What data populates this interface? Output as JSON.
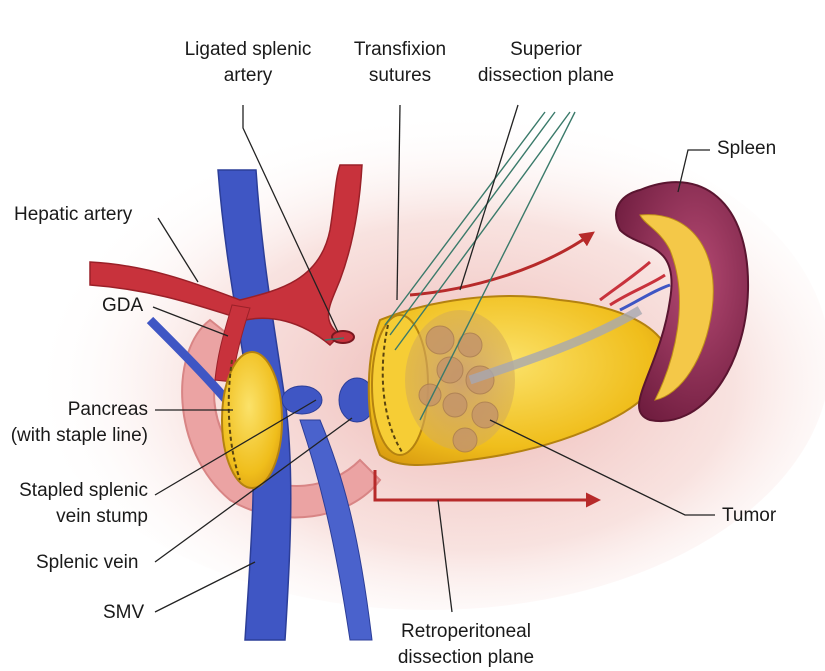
{
  "labels": {
    "ligated_splenic_artery": [
      "Ligated splenic",
      "artery"
    ],
    "transfixion_sutures": [
      "Transfixion",
      "sutures"
    ],
    "superior_dissection_plane": [
      "Superior",
      "dissection plane"
    ],
    "spleen": "Spleen",
    "hepatic_artery": "Hepatic artery",
    "gda": "GDA",
    "pancreas": [
      "Pancreas",
      "(with staple line)"
    ],
    "stapled_splenic_vein_stump": [
      "Stapled splenic",
      "vein stump"
    ],
    "splenic_vein": "Splenic vein",
    "smv": "SMV",
    "tumor": "Tumor",
    "retroperitoneal_dissection_plane": [
      "Retroperitoneal",
      "dissection plane"
    ]
  },
  "colors": {
    "artery": "#c8323c",
    "vein": "#3f56c4",
    "pancreas": "#f2c21c",
    "spleen": "#8e2a52",
    "arrow": "#b72a2a",
    "suture": "#3a7a6a",
    "leader": "#222222"
  }
}
